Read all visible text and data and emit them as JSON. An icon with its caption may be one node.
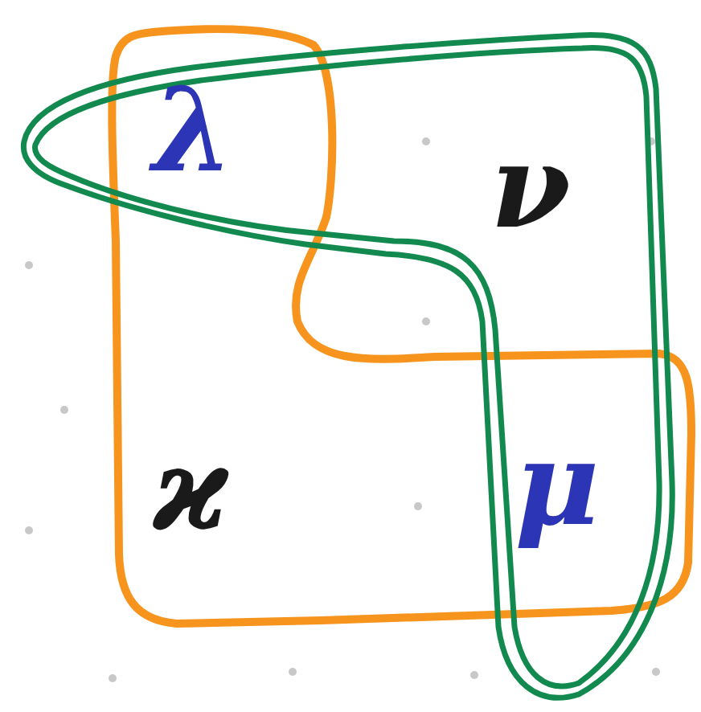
{
  "diagram": {
    "labels": [
      "λ",
      "ν",
      "ϰ",
      "μ"
    ]
  }
}
